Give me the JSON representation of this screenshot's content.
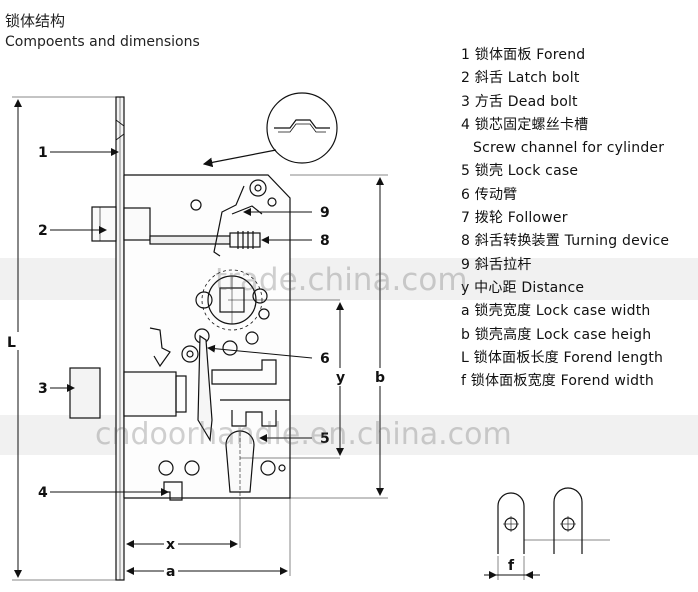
{
  "title_cn": "锁体结构",
  "title_en": "Compoents and dimensions",
  "legend": [
    "1 锁体面板 Forend",
    "2 斜舌 Latch bolt",
    "3 方舌 Dead bolt",
    "4 锁芯固定螺丝卡槽",
    "Screw channel for cylinder",
    "5 锁壳 Lock case",
    "6 传动臂",
    "7 拨轮 Follower",
    "8 斜舌转换装置 Turning device",
    "9 斜舌拉杆",
    "y 中心距 Distance",
    "a 锁壳宽度 Lock case width",
    "b 锁壳高度 Lock case heigh",
    "L 锁体面板长度 Forend length",
    "f 锁体面板宽度 Forend width"
  ],
  "callouts": [
    "1",
    "2",
    "3",
    "4",
    "5",
    "6",
    "8",
    "9"
  ],
  "dimensions": [
    "L",
    "b",
    "y",
    "x",
    "a",
    "f"
  ],
  "watermarks": [
    "trade.china.com",
    "cndoorhandle.en.china.com"
  ]
}
